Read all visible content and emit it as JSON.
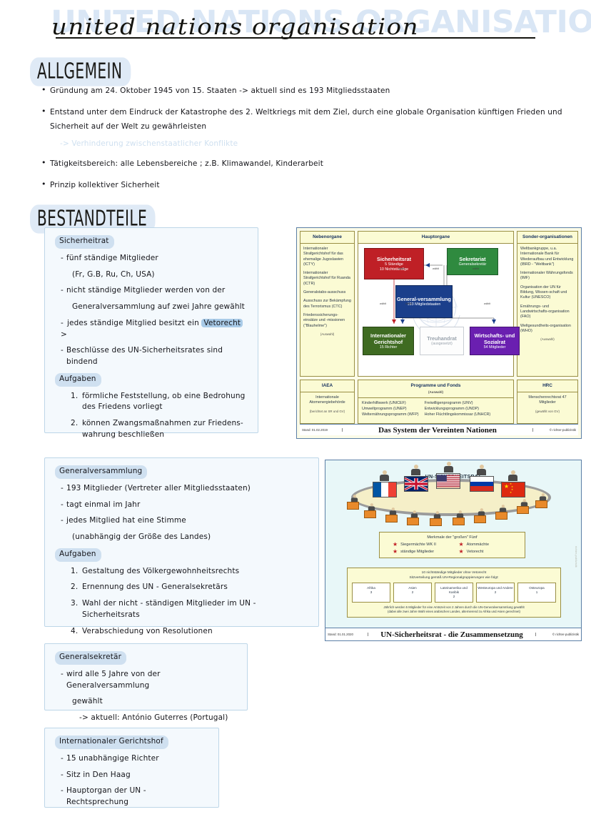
{
  "title": {
    "ghost": "United Nations Organisation",
    "script": "united nations organisation"
  },
  "sections": {
    "allgemein": {
      "heading": "ALLGEMEIN",
      "bullets": [
        "Gründung am 24. Oktober 1945 von 15. Staaten   -> aktuell sind es 193 Mitgliedsstaaten",
        "Entstand unter dem Eindruck der Katastrophe des 2. Weltkriegs mit dem Ziel, durch eine globale Organisation künftigen Frieden und Sicherheit auf der Welt zu gewährleisten"
      ],
      "ghost_note": "-> Verhinderung zwischenstaatlicher Konflikte",
      "bullets2": [
        "Tätigkeitsbereich: alle Lebensbereiche ; z.B.  Klimawandel, Kinderarbeit",
        "Prinzip kollektiver Sicherheit"
      ]
    },
    "bestandteile": {
      "heading": "BESTANDTEILE"
    }
  },
  "boxes": {
    "sicherheitsrat": {
      "title": "Sicherheitrat",
      "items": [
        {
          "marker": "-",
          "text": "fünf ständige Mitglieder"
        },
        {
          "marker": "",
          "text": "(Fr, G.B, Ru, Ch, USA)"
        },
        {
          "marker": "-",
          "text": "nicht ständige Mitglieder werden von der"
        },
        {
          "marker": "",
          "text": "Generalversammlung auf zwei Jahre gewählt"
        },
        {
          "marker": "->",
          "text": "jedes ständige Mitglied besitzt ein ",
          "highlight": "Vetorecht"
        },
        {
          "marker": "-",
          "text": "Beschlüsse des UN-Sicherheitsrates sind bindend"
        }
      ],
      "subtitle": "Aufgaben",
      "numbered": [
        {
          "n": "1.",
          "lines": [
            "förmliche Feststellung, ob eine Bedrohung",
            "des Friedens vorliegt"
          ]
        },
        {
          "n": "2.",
          "lines": [
            "können Zwangsmaßnahmen zur Friedens-",
            "wahrung beschließen"
          ]
        }
      ]
    },
    "generalversammlung": {
      "title": "Generalversammlung",
      "items": [
        {
          "marker": "-",
          "text": "193 Mitglieder (Vertreter aller Mitgliedsstaaten)"
        },
        {
          "marker": "-",
          "text": "tagt einmal im Jahr"
        },
        {
          "marker": "-",
          "text": "jedes Mitglied hat eine Stimme"
        },
        {
          "marker": "",
          "text": "(unabhängig der Größe des Landes)"
        }
      ],
      "subtitle": "Aufgaben",
      "numbered": [
        {
          "n": "1.",
          "lines": [
            "Gestaltung des Völkergewohnheitsrechts"
          ]
        },
        {
          "n": "2.",
          "lines": [
            "Ernennung des UN - Generalsekretärs"
          ]
        },
        {
          "n": "3.",
          "lines": [
            "Wahl der nicht - ständigen Mitglieder im UN - Sicherheitsrats"
          ]
        },
        {
          "n": "4.",
          "lines": [
            "Verabschiedung von Resolutionen"
          ]
        }
      ]
    },
    "generalsekretaer": {
      "title": "Generalsekretär",
      "items": [
        {
          "marker": "-",
          "text": "wird alle 5 Jahre von der Generalversammlung"
        },
        {
          "marker": "",
          "text": "gewählt"
        }
      ],
      "arrow_line": "-> aktuell: António Guterres (Portugal)"
    },
    "gerichtshof": {
      "title": "Internationaler Gerichtshof",
      "items": [
        {
          "marker": "-",
          "text": "15 unabhängige Richter"
        },
        {
          "marker": "-",
          "text": "Sitz in Den Haag"
        },
        {
          "marker": "-",
          "text": "Hauptorgan der UN - Rechtsprechung"
        }
      ]
    }
  },
  "diagram_un_system": {
    "caption": "Das System der Vereinten Nationen",
    "caption_left": "Stand: 01.02.2019",
    "caption_right": "© richter-publizistik",
    "nebenorgane": {
      "heading": "Nebenorgane",
      "items": [
        "Internationaler Strafgerichtshof für das ehemalige Jugoslawien (ICTY)",
        "Internationaler Strafgerichtshof für Ruanda (ICTR)",
        "Generalstabs-ausschuss",
        "Ausschuss zur Bekämpfung des Terrorismus (CTC)",
        "Friedenssicherungs-einsätze und -missionen (\"Blauhelme\")"
      ],
      "note": "(Auswahl)"
    },
    "hauptorgane": {
      "heading": "Hauptorgane",
      "organs": [
        {
          "name": "Sicherheitsrat",
          "sub": [
            "5 Ständige",
            "10 Nichtständige"
          ],
          "color": "#bf2026"
        },
        {
          "name": "Sekretariat",
          "sub": [
            "Generalsekretär"
          ],
          "color": "#2f8a3f"
        },
        {
          "name": "General-versammlung",
          "sub": [
            "193 Mitgliedstaaten"
          ],
          "color": "#1b3f8b"
        },
        {
          "name": "Internationaler Gerichtshof",
          "sub": [
            "15 Richter"
          ],
          "color": "#3f6b22"
        },
        {
          "name": "Treuhandrat",
          "sub": [
            "(ausgesetzt)"
          ],
          "color": "#ffffff"
        },
        {
          "name": "Wirtschafts- und Sozialrat",
          "sub": [
            "54 Mitglieder"
          ],
          "color": "#6a1fb0"
        }
      ],
      "arrow_label": "wählt"
    },
    "sonderorganisationen": {
      "heading": "Sonder-organisationen",
      "items": [
        "Weltbankgruppe, u.a. Internationale Bank für Wiederaufbau und Entwicklung (IBRD - \"Weltbank\")",
        "Internationaler Währungsfonds (IMF)",
        "Organisation der UN für Bildung, Wissen-schaft und Kultur (UNESCO)",
        "Ernährungs- und Landwirtschafts-organisation (FAO)",
        "Weltgesundheits-organisation (WHO)"
      ],
      "note": "(Auswahl)"
    },
    "iaea": {
      "heading": "IAEA",
      "body": "Internationale Atomenergiebehörde",
      "note": "(berichtet an SR und GV)"
    },
    "hrc": {
      "heading": "HRC",
      "body": "Menschenrechtsrat 47 Mitglieder",
      "note": "(gewählt von GV)"
    },
    "programme": {
      "heading": "Programme und Fonds",
      "note": "(Auswahl)",
      "left": [
        "Kinderhilfswerk (UNICEF)",
        "Umweltprogramm (UNEP)",
        "Welternährungsprogramm (WFP)"
      ],
      "right": [
        "Freiwilligenprogramm (UNV)",
        "Entwicklungsprogramm (UNDP)",
        "Hoher Flüchtlingskommissar (UNHCR)"
      ]
    }
  },
  "diagram_security_council": {
    "caption": "UN-Sicherheitsrat - die Zusammensetzung",
    "caption_left": "Stand: 01.01.2020",
    "caption_right": "© richter-publizistik",
    "table_label": "UN-SICHERHEITSRAT",
    "flags": [
      "Frankreich",
      "Vereinigtes Königreich",
      "USA",
      "Russland",
      "China"
    ],
    "merkmale": {
      "title": "Merkmale der \"großen\" Fünf",
      "items": [
        "Siegermächte WK II",
        "Atommächte",
        "ständige Mitglieder",
        "Vetorecht"
      ]
    },
    "regional": {
      "head_line1": "10 nichtständige Mitglieder ohne Vetorecht",
      "head_line2": "Sitzverteilung gemäß UN-Regionalgruppierungen wie folgt:",
      "groups": [
        {
          "name": "Afrika",
          "seats": "3"
        },
        {
          "name": "Asien",
          "seats": "2"
        },
        {
          "name": "Lateinamerika und Karibik",
          "seats": "2"
        },
        {
          "name": "Westeuropa und Andere",
          "seats": "2"
        },
        {
          "name": "Osteuropa",
          "seats": "1"
        }
      ],
      "foot_line1": "Jährlich werden 5 Mitglieder für eine Amtszeit von 2 Jahren durch die UN-Generalversammlung gewählt",
      "foot_line2": "(dabei alle zwei Jahre Wahl eines arabischen Landes, alternierend zu Afrika und Asien gerechnet)"
    }
  },
  "colors": {
    "highlight_heading": "#dfeaf6",
    "box_bg": "#f4f9fd",
    "box_border": "#bdd6e8",
    "vetorecht_highlight": "#a9cbe8",
    "ghost_text": "#cfe0f0"
  }
}
